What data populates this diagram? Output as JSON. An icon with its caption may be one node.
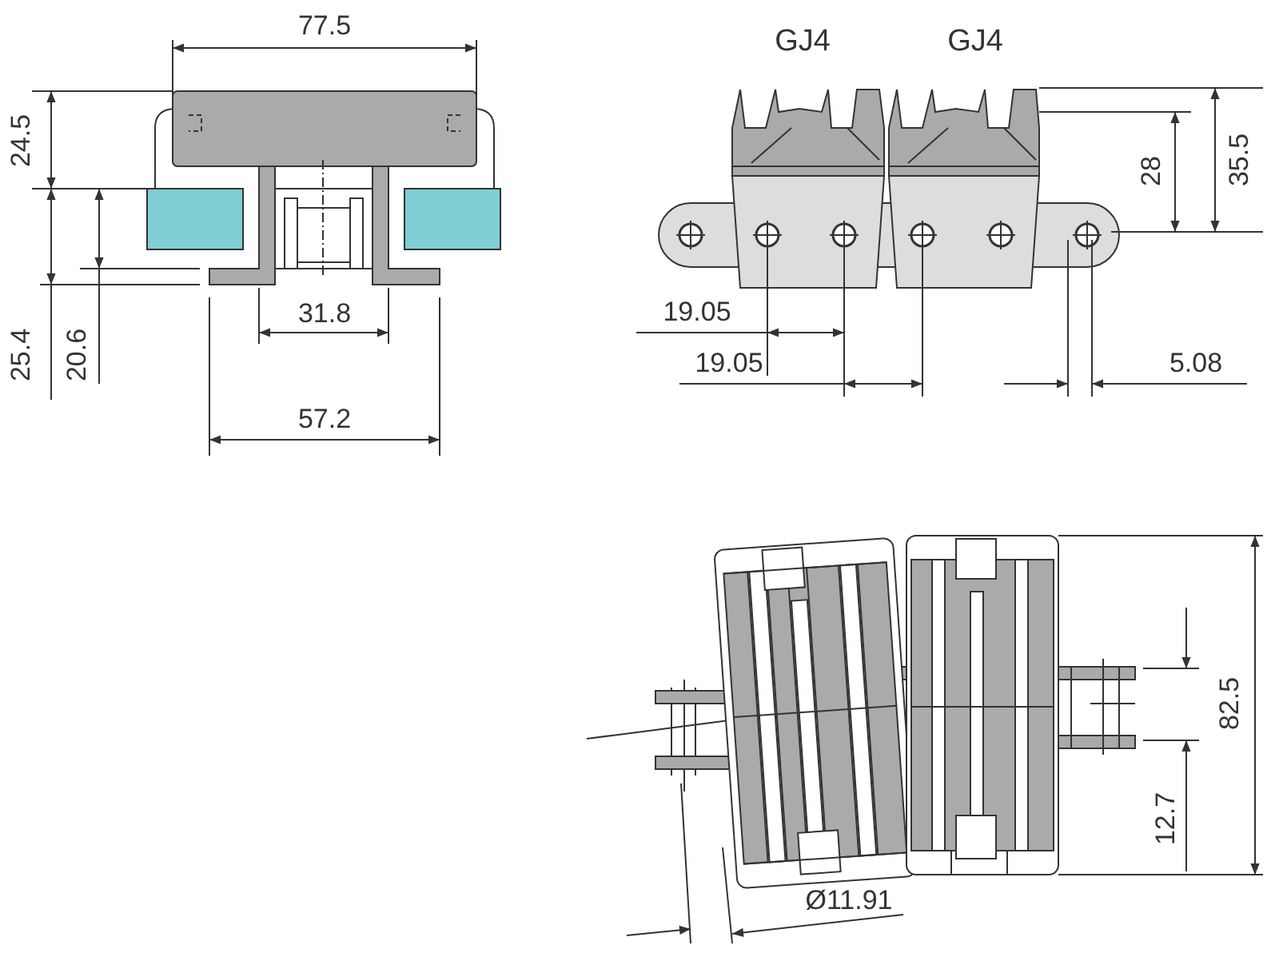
{
  "diagram": {
    "labels": [
      "77.5",
      "GJ4",
      "GJ4",
      "24.5",
      "35.5",
      "28",
      "31.8",
      "19.05",
      "25.4",
      "20.6",
      "19.05",
      "5.08",
      "57.2",
      "82.5",
      "12.7",
      "Ø11.91"
    ]
  }
}
